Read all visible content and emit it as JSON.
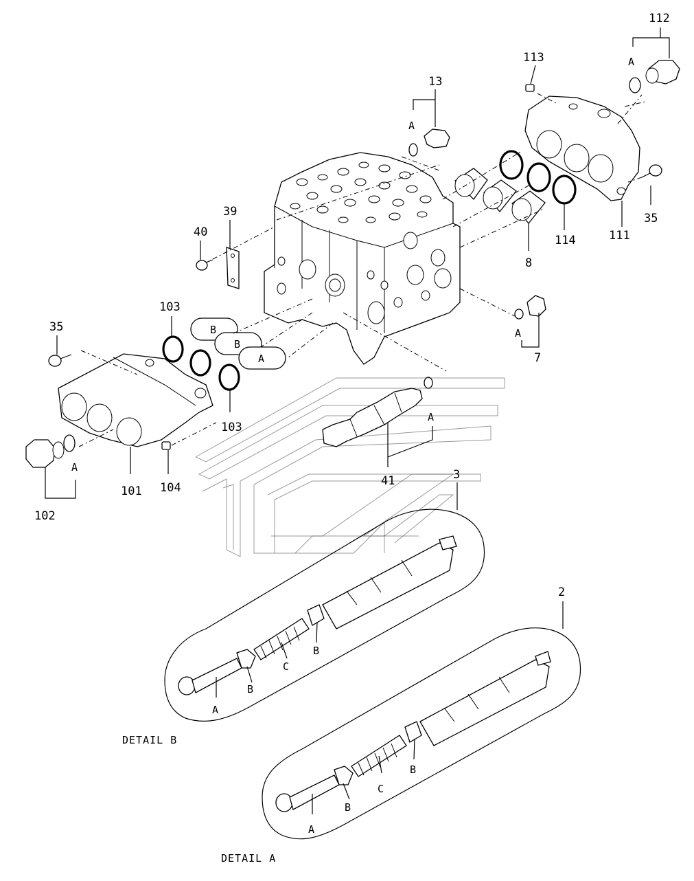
{
  "diagram": {
    "part_labels": {
      "p112": "112",
      "p113": "113",
      "p13": "13",
      "p39": "39",
      "p40": "40",
      "p35_right": "35",
      "p114": "114",
      "p111": "111",
      "p8": "8",
      "p103_top": "103",
      "p103_bottom": "103",
      "p7": "7",
      "p35_left": "35",
      "p41": "41",
      "p3": "3",
      "p2": "2",
      "p102": "102",
      "p101": "101",
      "p104": "104"
    },
    "letter_labels": {
      "a_112": "A",
      "a_13": "A",
      "a_7": "A",
      "a_41": "A",
      "a_102": "A",
      "b_spool1": "B",
      "b_spool2": "B",
      "a_spool3": "A",
      "d3_a": "A",
      "d3_b1": "B",
      "d3_c": "C",
      "d3_b2": "B",
      "d2_a": "A",
      "d2_b1": "B",
      "d2_c": "C",
      "d2_b2": "B"
    },
    "captions": {
      "detail_b": "DETAIL  B",
      "detail_a": "DETAIL  A"
    }
  }
}
